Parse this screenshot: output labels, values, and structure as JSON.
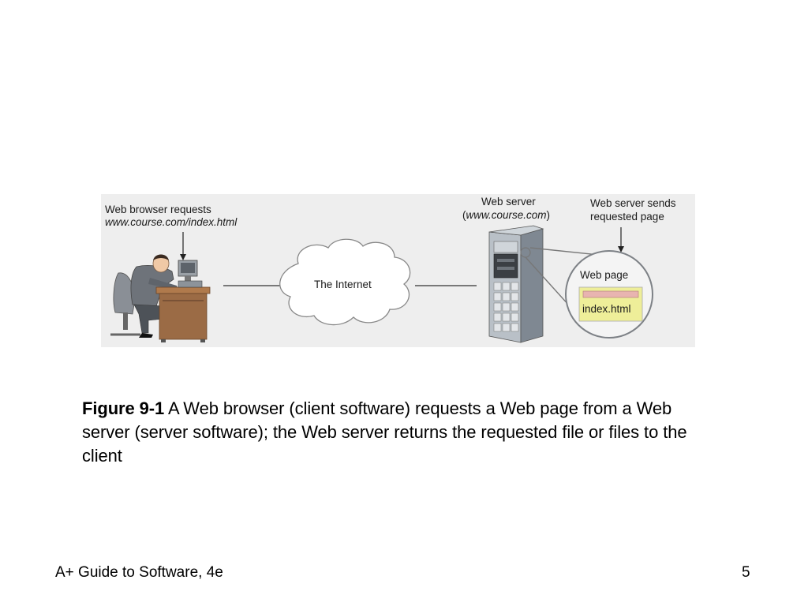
{
  "figure": {
    "client_label_line1": "Web browser requests",
    "client_label_line2": "www.course.com/index.html",
    "internet_label": "The Internet",
    "server_label_line1": "Web server",
    "server_label_line2_open": "(",
    "server_label_line2_italic": "www.course.com",
    "server_label_line2_close": ")",
    "sends_label_line1": "Web server sends",
    "sends_label_line2": "requested page",
    "webpage_label": "Web page",
    "file_label": "index.html",
    "colors": {
      "panel_bg": "#eeeeee",
      "file_box": "#eeee99",
      "file_bar": "#e8b4b0",
      "server_body": "#9aa3ad",
      "desk": "#9b6b45"
    }
  },
  "caption": {
    "figure_number": "Figure 9-1",
    "text": " A Web browser (client software) requests a Web page from a Web server (server software); the Web server returns the requested file or files to the client"
  },
  "footer": {
    "book_title": "A+ Guide to Software, 4e",
    "page_number": "5"
  }
}
